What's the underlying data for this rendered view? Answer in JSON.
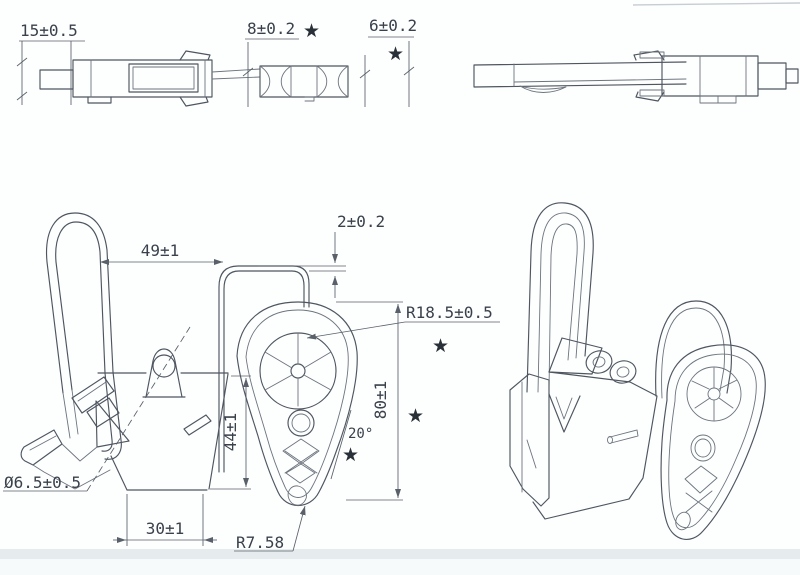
{
  "symbols": {
    "star": "★"
  },
  "colors": {
    "part_line": "#4f5660",
    "dimension_line": "#596069",
    "text": "#3a414b",
    "star": "#2a3038",
    "paper": "#fdfefe",
    "scan_band": "#e6ecee"
  },
  "views": {
    "side_view_left": {
      "body_height": "15±0.5"
    },
    "spool_view": {
      "spool_width": "8±0.2",
      "neck_width": "6±0.2"
    },
    "front_view": {
      "hook_width": "49±1",
      "hole_diameter": "Ø6.5±0.5",
      "base_width": "30±1",
      "body_height": "44±1"
    },
    "wedge_view": {
      "wire_diameter": "2±0.2",
      "top_radius": "R18.5±0.5",
      "overall_height": "80±1",
      "taper_angle": "20°",
      "tip_radius": "R7.58"
    }
  }
}
